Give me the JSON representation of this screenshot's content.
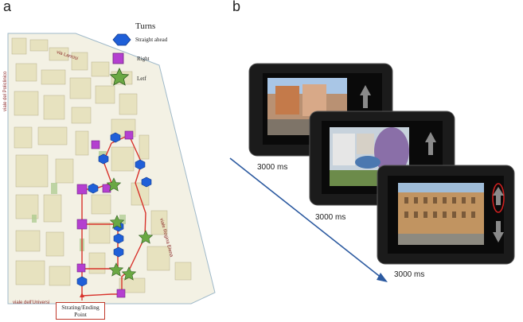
{
  "panels": {
    "a": "a",
    "b": "b"
  },
  "legend": {
    "title": "Turns",
    "items": [
      {
        "shape": "hexagon-icon",
        "label": "Straight ahead",
        "color": "#1f5fd8"
      },
      {
        "shape": "square-icon",
        "label": "Right",
        "color": "#b43fd0"
      },
      {
        "shape": "star-icon",
        "label": "Letf",
        "color": "#6aa843"
      }
    ]
  },
  "streets": {
    "top": "via Lancisi",
    "left": "viale del Policlinico",
    "right": "viale Regina Elena",
    "bottom": "viale dell'Universi"
  },
  "start_point": {
    "line1": "Strating/Ending",
    "line2": "Point"
  },
  "timings": [
    "3000 ms",
    "3000 ms",
    "3000 ms"
  ],
  "colors": {
    "route": "#d8322b",
    "timeline": "#2c5aa0",
    "map_bg": "#f4f1e2",
    "building": "#ece8c8"
  }
}
